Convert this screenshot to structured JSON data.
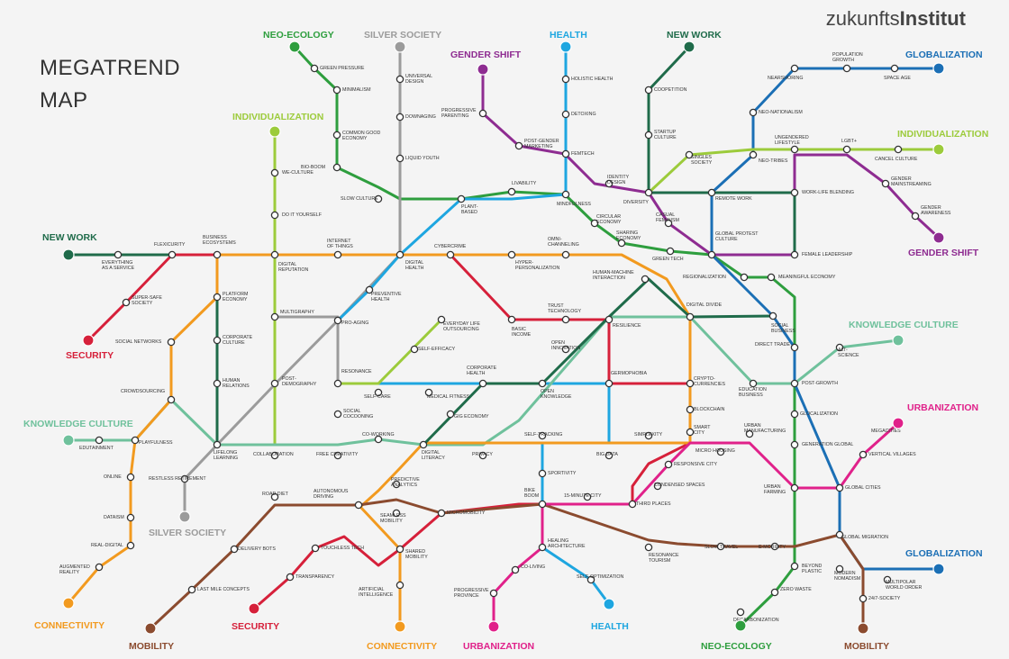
{
  "header": {
    "title_line1": "MEGATREND",
    "title_line2": "MAP",
    "brand_light": "zukunfts",
    "brand_bold": "Institut"
  },
  "colors": {
    "neo_ecology": "#2e9e3e",
    "silver_society": "#9b9b9b",
    "gender_shift": "#8e2c91",
    "health": "#1ea6e0",
    "new_work": "#1f6b4a",
    "globalization": "#1b6fb5",
    "individualization": "#9ccb3b",
    "knowledge_culture": "#6fc19c",
    "security": "#d6203a",
    "connectivity": "#f29a1f",
    "mobility": "#8b4b2f",
    "urbanization": "#e0218a"
  },
  "line_labels": [
    {
      "key": "neo_ecology",
      "text": "NEO-ECOLOGY"
    },
    {
      "key": "silver_society",
      "text": "SILVER SOCIETY"
    },
    {
      "key": "gender_shift",
      "text": "GENDER SHIFT"
    },
    {
      "key": "health",
      "text": "HEALTH"
    },
    {
      "key": "new_work",
      "text": "NEW WORK"
    },
    {
      "key": "globalization",
      "text": "GLOBALIZATION"
    },
    {
      "key": "individualization",
      "text": "INDIVIDUALIZATION"
    },
    {
      "key": "individualization",
      "text": "INDIVIDUALIZATION"
    },
    {
      "key": "new_work",
      "text": "NEW WORK"
    },
    {
      "key": "security",
      "text": "SECURITY"
    },
    {
      "key": "knowledge_culture",
      "text": "KNOWLEDGE CULTURE"
    },
    {
      "key": "knowledge_culture",
      "text": "KNOWLEDGE CULTURE"
    },
    {
      "key": "urbanization",
      "text": "URBANIZATION"
    },
    {
      "key": "gender_shift",
      "text": "GENDER SHIFT"
    },
    {
      "key": "silver_society",
      "text": "SILVER SOCIETY"
    },
    {
      "key": "connectivity",
      "text": "CONNECTIVITY"
    },
    {
      "key": "mobility",
      "text": "MOBILITY"
    },
    {
      "key": "security",
      "text": "SECURITY"
    },
    {
      "key": "connectivity",
      "text": "CONNECTIVITY"
    },
    {
      "key": "urbanization",
      "text": "URBANIZATION"
    },
    {
      "key": "health",
      "text": "HEALTH"
    },
    {
      "key": "neo_ecology",
      "text": "NEO-ECOLOGY"
    },
    {
      "key": "mobility",
      "text": "MOBILITY"
    },
    {
      "key": "globalization",
      "text": "GLOBALIZATION"
    }
  ],
  "stations": [
    [
      "GREEN PRESSURE"
    ],
    [
      "MINIMALISM"
    ],
    [
      "COMMON GOOD",
      "ECONOMY"
    ],
    [
      "BIO-BOOM"
    ],
    [
      "SLOW CULTURE"
    ],
    [
      "UNIVERSAL",
      "DESIGN"
    ],
    [
      "DOWNAGING"
    ],
    [
      "LIQUID YOUTH"
    ],
    [
      "PROGRESSIVE",
      "PARENTING"
    ],
    [
      "POST-GENDER",
      "MARKETING"
    ],
    [
      "FEMTECH"
    ],
    [
      "IDENTITY",
      "DESIGN"
    ],
    [
      "DIVERSITY"
    ],
    [
      "HOLISTIC HEALTH"
    ],
    [
      "DETOXING"
    ],
    [
      "COOPETITION"
    ],
    [
      "STARTUP",
      "CULTURE"
    ],
    [
      "NEARSHORING"
    ],
    [
      "POPULATION",
      "GROWTH"
    ],
    [
      "SPACE AGE"
    ],
    [
      "NEO-NATIONALISM"
    ],
    [
      "SINGLES",
      "SOCIETY"
    ],
    [
      "NEO-TRIBES"
    ],
    [
      "UNGENDERED",
      "LIFESTYLE"
    ],
    [
      "LGBT+"
    ],
    [
      "CANCEL CULTURE"
    ],
    [
      "GENDER",
      "MAINSTREAMING"
    ],
    [
      "GENDER",
      "AWARENESS"
    ],
    [
      "WORK-LIFE BLENDING"
    ],
    [
      "REMOTE WORK"
    ],
    [
      "WE-CULTURE"
    ],
    [
      "DO IT YOURSELF"
    ],
    [
      "EVERYTHING",
      "AS A SERVICE"
    ],
    [
      "FLEXICURITY"
    ],
    [
      "BUSINESS",
      "ECOSYSTEMS"
    ],
    [
      "DIGITAL",
      "REPUTATION"
    ],
    [
      "INTERNET",
      "OF THINGS"
    ],
    [
      "DIGITAL",
      "HEALTH"
    ],
    [
      "CYBERCRIME"
    ],
    [
      "PLANT-",
      "BASED"
    ],
    [
      "LIVABILITY"
    ],
    [
      "MINDFULNESS"
    ],
    [
      "CIRCULAR",
      "ECONOMY"
    ],
    [
      "SHARING",
      "ECONOMY"
    ],
    [
      "CASUAL",
      "FEMINISM"
    ],
    [
      "GLOBAL PROTEST",
      "CULTURE"
    ],
    [
      "GREEN TECH"
    ],
    [
      "FEMALE LEADERSHIP"
    ],
    [
      "REGIONALIZATION"
    ],
    [
      "MEANINGFUL ECONOMY"
    ],
    [
      "OMNI-",
      "CHANNELING"
    ],
    [
      "HYPER-",
      "PERSONALIZATION"
    ],
    [
      "SUPER-SAFE",
      "SOCIETY"
    ],
    [
      "PLATFORM",
      "ECONOMY"
    ],
    [
      "CORPORATE",
      "CULTURE"
    ],
    [
      "HUMAN",
      "RELATIONS"
    ],
    [
      "SOCIAL NETWORKS"
    ],
    [
      "CROWDSOURCING"
    ],
    [
      "MULTIGRAPHY"
    ],
    [
      "POST-",
      "DEMOGRAPHY"
    ],
    [
      "PREVENTIVE",
      "HEALTH"
    ],
    [
      "PRO-AGING"
    ],
    [
      "TRUST",
      "TECHNOLOGY"
    ],
    [
      "BASIC",
      "INCOME"
    ],
    [
      "EVERYDAY LIFE",
      "OUTSOURCING"
    ],
    [
      "SELF-EFFICACY"
    ],
    [
      "HUMAN-MACHINE",
      "INTERACTION"
    ],
    [
      "RESILIENCE"
    ],
    [
      "DIGITAL DIVIDE"
    ],
    [
      "SOCIAL",
      "BUSINESS"
    ],
    [
      "DIRECT TRADE"
    ],
    [
      "OPEN",
      "INNOVATION"
    ],
    [
      "RESONANCE"
    ],
    [
      "SELF-CARE"
    ],
    [
      "MEDICAL FITNESS"
    ],
    [
      "CORPORATE",
      "HEALTH"
    ],
    [
      "OPEN",
      "KNOWLEDGE"
    ],
    [
      "GERMOPHOBIA"
    ],
    [
      "CRYPTO-",
      "CURRENCIES"
    ],
    [
      "EDUCATION",
      "BUSINESS"
    ],
    [
      "ALT-",
      "SCIENCE"
    ],
    [
      "POST-GROWTH"
    ],
    [
      "SOCIAL",
      "COCOONING"
    ],
    [
      "GIG ECONOMY"
    ],
    [
      "BLOCKCHAIN"
    ],
    [
      "GLOCALIZATION"
    ],
    [
      "EDUTAINMENT"
    ],
    [
      "PLAYFULNESS"
    ],
    [
      "LIFELONG",
      "LEARNING"
    ],
    [
      "COLLABORATION"
    ],
    [
      "FREE CREATIVITY"
    ],
    [
      "CO-WORKING"
    ],
    [
      "DIGITAL",
      "LITERACY"
    ],
    [
      "PRIVACY"
    ],
    [
      "SELF-TRACKING"
    ],
    [
      "BIG DATA"
    ],
    [
      "SIMPLEXITY"
    ],
    [
      "SMART",
      "CITY"
    ],
    [
      "URBAN",
      "MANUFACTURING"
    ],
    [
      "MICRO HOUSING"
    ],
    [
      "GENERATION GLOBAL"
    ],
    [
      "MEGACITIES"
    ],
    [
      "VERTICAL VILLAGES"
    ],
    [
      "RESTLESS RETIREMENT"
    ],
    [
      "ONLINE"
    ],
    [
      "DATAISM"
    ],
    [
      "REAL-DIGITAL"
    ],
    [
      "AUGMENTED",
      "REALITY"
    ],
    [
      "ROAD DIET"
    ],
    [
      "AUTONOMOUS",
      "DRIVING"
    ],
    [
      "PREDICTIVE",
      "ANALYTICS"
    ],
    [
      "SPORTIVITY"
    ],
    [
      "RESPONSIVE CITY"
    ],
    [
      "CONDENSED SPACES"
    ],
    [
      "URBAN",
      "FARMING"
    ],
    [
      "GLOBAL CITIES"
    ],
    [
      "DELIVERY BOTS"
    ],
    [
      "SEAMLESS",
      "MOBILITY"
    ],
    [
      "MICROMOBILITY"
    ],
    [
      "BIKE",
      "BOOM"
    ],
    [
      "15-MINUTE CITY"
    ],
    [
      "THIRD PLACES"
    ],
    [
      "TOUCHLESS TECH"
    ],
    [
      "SHARED",
      "MOBILITY"
    ],
    [
      "HEALING",
      "ARCHITECTURE"
    ],
    [
      "RESONANCE",
      "TOURISM"
    ],
    [
      "SLOW TRAVEL"
    ],
    [
      "E-MOBILITY"
    ],
    [
      "GLOBAL MIGRATION"
    ],
    [
      "TRANSPARENCY"
    ],
    [
      "LAST MILE CONCEPTS"
    ],
    [
      "ARTIFICIAL",
      "INTELLIGENCE"
    ],
    [
      "CO-LIVING"
    ],
    [
      "SELF-OPTIMIZATION"
    ],
    [
      "BEYOND",
      "PLASTIC"
    ],
    [
      "MODERN",
      "NOMADISM"
    ],
    [
      "MULTIPOLAR",
      "WORLD ORDER"
    ],
    [
      "PROGRESSIVE",
      "PROVINCE"
    ],
    [
      "ZERO WASTE"
    ],
    [
      "24/7-SOCIETY"
    ],
    [
      "DECARBONIZATION"
    ]
  ]
}
